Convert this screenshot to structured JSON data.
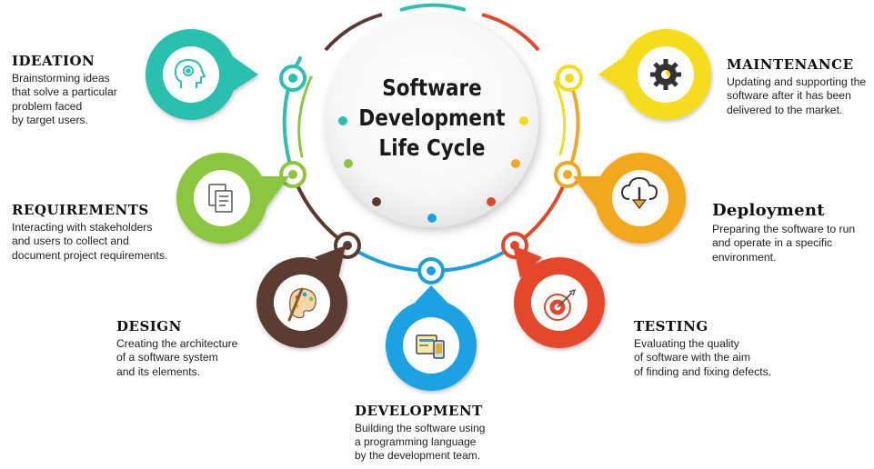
{
  "center": {
    "title_lines": [
      "Software",
      "Development",
      "Life Cycle"
    ]
  },
  "colors": {
    "ideation": "#2cc0b0",
    "requirements": "#8cc63f",
    "design": "#5b3a32",
    "development": "#1ba1e2",
    "testing": "#e5462a",
    "deployment": "#f2a81d",
    "maintenance": "#f5dc1a"
  },
  "stages": {
    "ideation": {
      "title": "IDEATION",
      "description": "Brainstorming ideas\nthat solve a particular\nproblem faced\nby target users.",
      "icon": "head-gear-icon"
    },
    "requirements": {
      "title": "REQUIREMENTS",
      "description": "Interacting with stakeholders\nand users to collect and\ndocument project requirements.",
      "icon": "documents-icon"
    },
    "design": {
      "title": "DESIGN",
      "description": "Creating the architecture\nof a software system\nand its elements.",
      "icon": "palette-brush-icon"
    },
    "development": {
      "title": "DEVELOPMENT",
      "description": "Building the software using\na programming language\nby the development team.",
      "icon": "devices-icon"
    },
    "testing": {
      "title": "TESTING",
      "description": "Evaluating the quality\nof software with the aim\nof finding and fixing defects.",
      "icon": "target-icon"
    },
    "deployment": {
      "title": "Deployment",
      "description": "Preparing the software to run\nand operate in a specific\nenvironment.",
      "icon": "cloud-download-icon"
    },
    "maintenance": {
      "title": "MAINTENANCE",
      "description": "Updating and supporting the\nsoftware after it has been\ndelivered to the market.",
      "icon": "gear-icon"
    }
  }
}
